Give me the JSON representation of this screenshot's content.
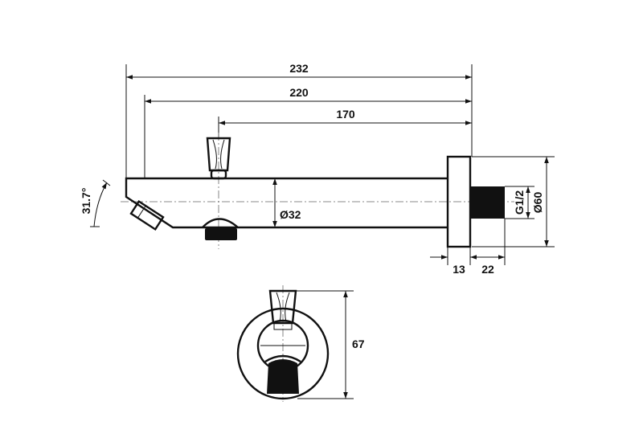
{
  "dimensions": {
    "overall_length": "232",
    "length_to_spout": "220",
    "length_to_handle": "170",
    "pipe_diameter": "Ø32",
    "flange_diameter": "Ø60",
    "thread": "G1/2",
    "flange_depth": "13",
    "thread_length": "22",
    "spout_angle": "31.7°",
    "front_height": "67"
  }
}
